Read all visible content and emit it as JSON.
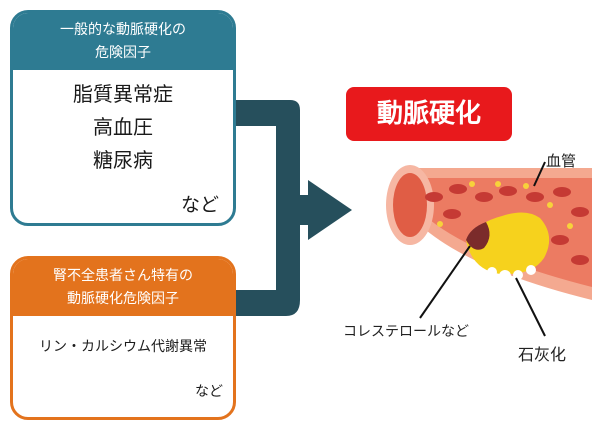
{
  "left_top_card": {
    "title_line1": "一般的な動脈硬化の",
    "title_line2": "危険因子",
    "items": [
      "脂質異常症",
      "高血圧",
      "糖尿病"
    ],
    "etc": "など"
  },
  "left_bottom_card": {
    "title_line1": "腎不全患者さん特有の",
    "title_line2": "動脈硬化危険因子",
    "body": "リン・カルシウム代謝異常",
    "etc": "など"
  },
  "title": "動脈硬化",
  "labels": {
    "vessel": "血管",
    "cholesterol": "コレステロールなど",
    "calcification": "石灰化"
  },
  "colors": {
    "teal": "#2e7b92",
    "arrow": "#264f5c",
    "orange": "#e3731d",
    "red": "#e8191c"
  }
}
